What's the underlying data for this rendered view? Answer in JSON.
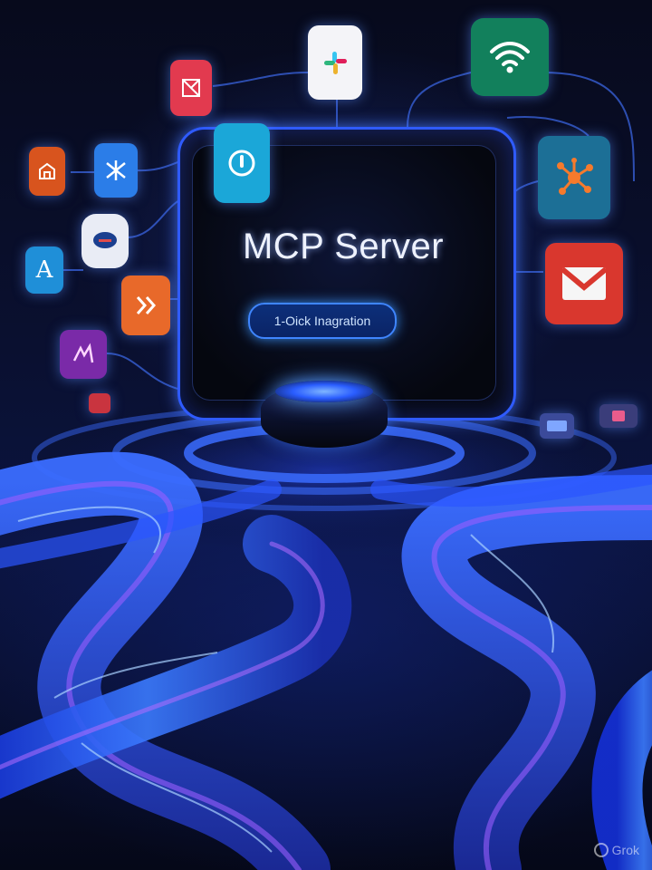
{
  "server": {
    "title": "MCP Server",
    "badge": "1-Oick Inagration"
  },
  "watermark": {
    "text": "Grok",
    "icon": "grok-logo-icon"
  },
  "colors": {
    "glow_blue": "#2f5bff",
    "cable_blue": "#1a3cff",
    "cable_purple": "#8a4dff",
    "background": "#05060f"
  },
  "app_tiles": [
    {
      "name": "calendar-app-icon",
      "icon": "crossed-square"
    },
    {
      "name": "slack-app-icon",
      "icon": "slack-hash"
    },
    {
      "name": "wifi-app-icon",
      "icon": "wifi"
    },
    {
      "name": "document-app-icon",
      "icon": "house-document"
    },
    {
      "name": "network-app-icon",
      "icon": "star-nodes"
    },
    {
      "name": "toggle-app-icon",
      "icon": "power-ring"
    },
    {
      "name": "chat-app-icon",
      "icon": "speech-bubble"
    },
    {
      "name": "hub-app-icon",
      "icon": "molecule"
    },
    {
      "name": "font-app-icon",
      "icon": "letter-a"
    },
    {
      "name": "office-app-icon",
      "icon": "arrow-mark"
    },
    {
      "name": "gmail-app-icon",
      "icon": "mail-m"
    },
    {
      "name": "creative-app-icon",
      "icon": "glyph-mark"
    },
    {
      "name": "small-red-app-icon",
      "icon": "square"
    },
    {
      "name": "small-tablet-app-icon",
      "icon": "tablet"
    },
    {
      "name": "small-pink-app-icon",
      "icon": "square"
    }
  ]
}
